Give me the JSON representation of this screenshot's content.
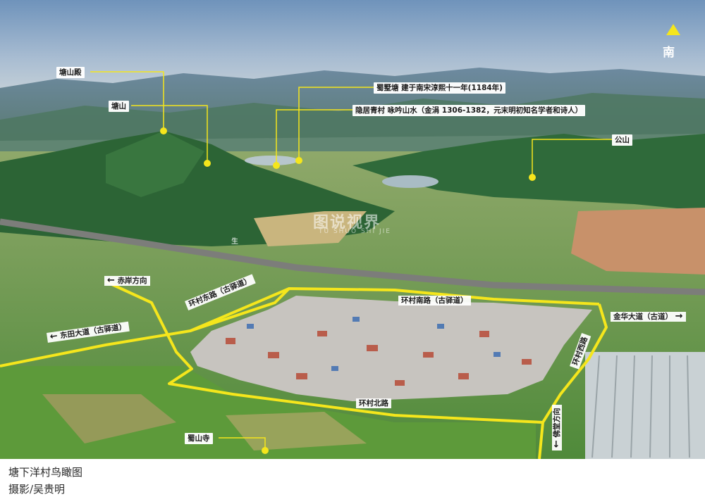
{
  "compass": {
    "label": "南"
  },
  "callouts": {
    "tangshan_dian": "塘山殿",
    "tangshan": "塘山",
    "shushu_tang": "蜀墅塘 建于南宋淳熙十一年(1184年)",
    "yinju": "隐居青村 咏吟山水（金涓 1306-1382，元末明初知名学者和诗人）",
    "gongshan": "公山",
    "shushan_si": "蜀山寺"
  },
  "roads": {
    "chian": "赤岸方向",
    "east_road": "环村东路（古驿道）",
    "south_road": "环村南路（古驿道）",
    "dongtian": "东田大道（古驿道）",
    "jinhua": "金华大道（古道）",
    "west_road": "环村西路",
    "north_road": "环村北路",
    "futang": "佛堂方向"
  },
  "watermark": {
    "text": "图说视界",
    "sub": "TU SHUO SHI JIE"
  },
  "tiny_mark": "生",
  "caption": {
    "title": "塘下洋村鸟瞰图",
    "credit": "摄影/吴贵明"
  },
  "colors": {
    "route": "#f5e61c",
    "sky_top": "#7fa1c4",
    "mountain": "#2f6a3a",
    "field": "#6a9a3e"
  }
}
